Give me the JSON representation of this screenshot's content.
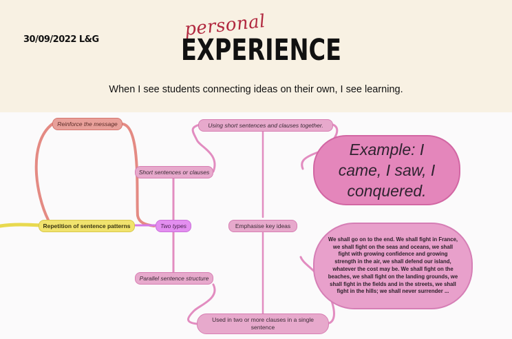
{
  "header": {
    "date": "30/09/2022 L&G",
    "script_word": "personal",
    "title": "EXPERIENCE",
    "tagline": "When I see students connecting ideas on their own, I see learning."
  },
  "mindmap": {
    "colors": {
      "yellow": "#f1e36e",
      "salmon": "#e8a09a",
      "pink": "#e7a9cc",
      "purple": "#e38ef0",
      "deep_pink": "#e486bb"
    },
    "root": "Repetition of sentence patterns",
    "reinforce": "Reinforce the message",
    "two_types": "Two types",
    "short_sentences": "Short sentences or clauses",
    "using_short": "Using short sentences and clauses together.",
    "emphasise": "Emphasise key ideas",
    "example": "Example: I came, I saw, I conquered.",
    "parallel": "Parallel sentence structure",
    "used_in": "Used in two or more clauses in a single sentence",
    "quote": "We shall go on to the end. We shall fight in France, we shall fight on the seas and oceans, we shall fight with growing confidence and growing strength in the air, we shall defend our island, whatever the cost may be. We shall fight on the beaches, we shall fight on the landing grounds, we shall fight in the fields and in the streets, we shall fight in the hills; we shall never surrender ..."
  }
}
